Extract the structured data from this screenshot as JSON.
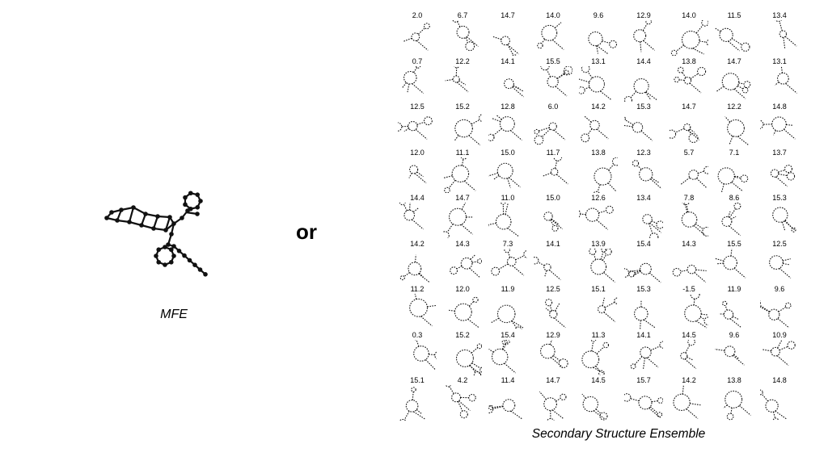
{
  "mfe": {
    "label": "MFE"
  },
  "connector": {
    "label": "or"
  },
  "ensemble": {
    "caption": "Secondary Structure Ensemble",
    "energies": [
      [
        "2.0",
        "6.7",
        "14.7",
        "14.0",
        "9.6",
        "12.9",
        "14.0",
        "11.5",
        "13.4"
      ],
      [
        "0.7",
        "12.2",
        "14.1",
        "15.5",
        "13.1",
        "14.4",
        "13.8",
        "14.7",
        "13.1"
      ],
      [
        "12.5",
        "15.2",
        "12.8",
        "6.0",
        "14.2",
        "15.3",
        "14.7",
        "12.2",
        "14.8"
      ],
      [
        "12.0",
        "11.1",
        "15.0",
        "11.7",
        "13.8",
        "12.3",
        "5.7",
        "7.1",
        "13.7"
      ],
      [
        "14.4",
        "14.7",
        "11.0",
        "15.0",
        "12.6",
        "13.4",
        "7.8",
        "8.6",
        "15.3"
      ],
      [
        "14.2",
        "14.3",
        "7.3",
        "14.1",
        "13.9",
        "15.4",
        "14.3",
        "15.5",
        "12.5"
      ],
      [
        "11.2",
        "12.0",
        "11.9",
        "12.5",
        "15.1",
        "15.3",
        "-1.5",
        "11.9",
        "9.6"
      ],
      [
        "0.3",
        "15.2",
        "15.4",
        "12.9",
        "11.3",
        "14.1",
        "14.5",
        "9.6",
        "10.9"
      ],
      [
        "15.1",
        "4.2",
        "11.4",
        "14.7",
        "14.5",
        "15.7",
        "14.2",
        "13.8",
        "14.8"
      ]
    ]
  }
}
